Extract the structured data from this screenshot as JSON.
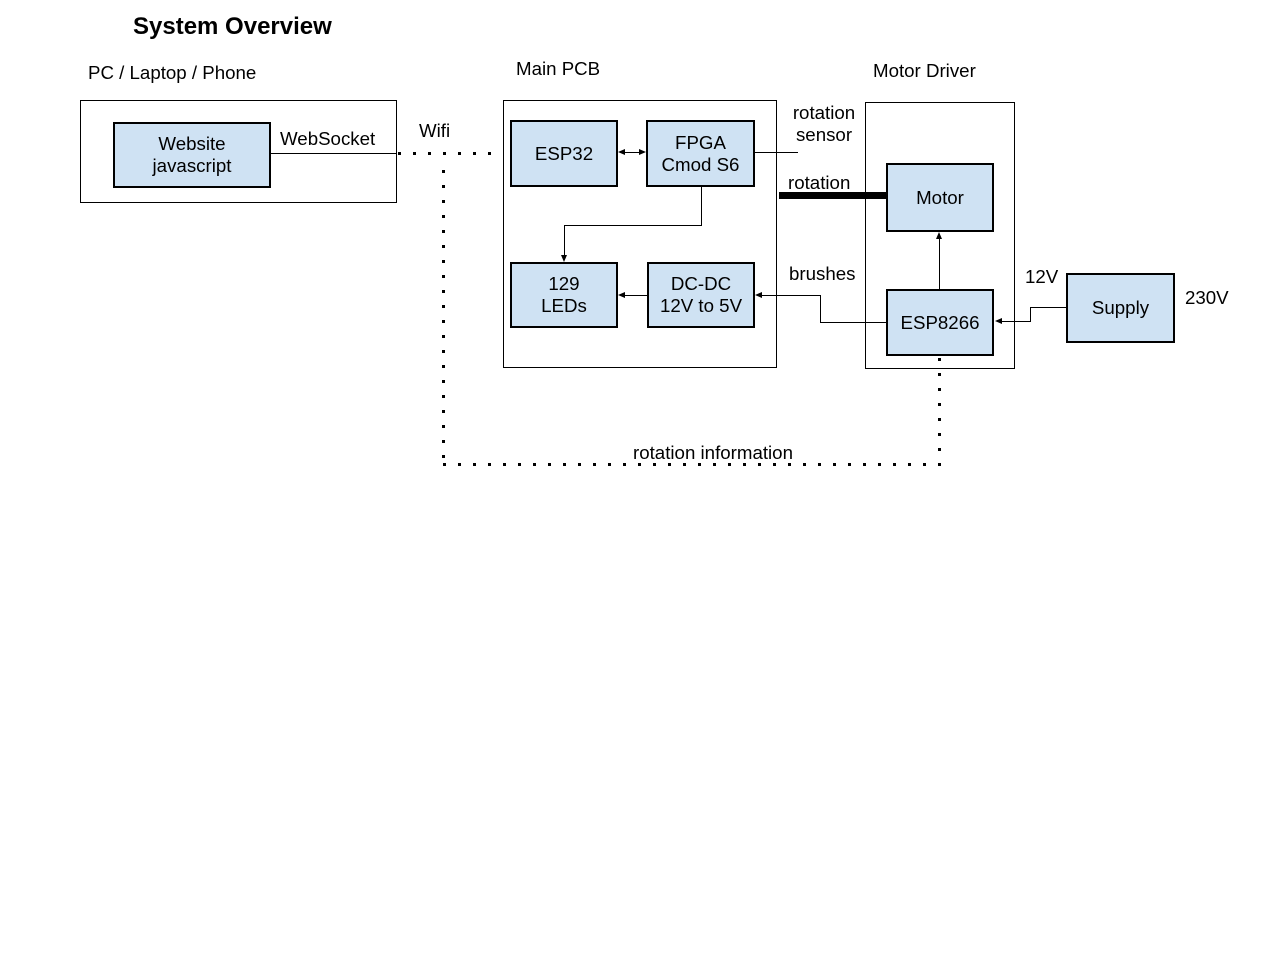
{
  "title": "System Overview",
  "colors": {
    "background": "#ffffff",
    "node_fill": "#cfe2f3",
    "node_border": "#000000",
    "line_color": "#000000"
  },
  "groups": {
    "pc": {
      "label": "PC / Laptop / Phone"
    },
    "main_pcb": {
      "label": "Main PCB"
    },
    "motor_driver": {
      "label": "Motor Driver"
    }
  },
  "nodes": {
    "website": {
      "label": "Website\njavascript"
    },
    "esp32": {
      "label": "ESP32"
    },
    "fpga": {
      "label": "FPGA\nCmod S6"
    },
    "leds": {
      "label": "129\nLEDs"
    },
    "dcdc": {
      "label": "DC-DC\n12V to 5V"
    },
    "motor": {
      "label": "Motor"
    },
    "esp8266": {
      "label": "ESP8266"
    },
    "supply": {
      "label": "Supply"
    }
  },
  "edge_labels": {
    "websocket": "WebSocket",
    "wifi": "Wifi",
    "rotation_sensor": "rotation\nsensor",
    "rotation": "rotation",
    "brushes": "brushes",
    "supply_12v": "12V",
    "mains_230v": "230V",
    "rotation_information": "rotation information"
  }
}
